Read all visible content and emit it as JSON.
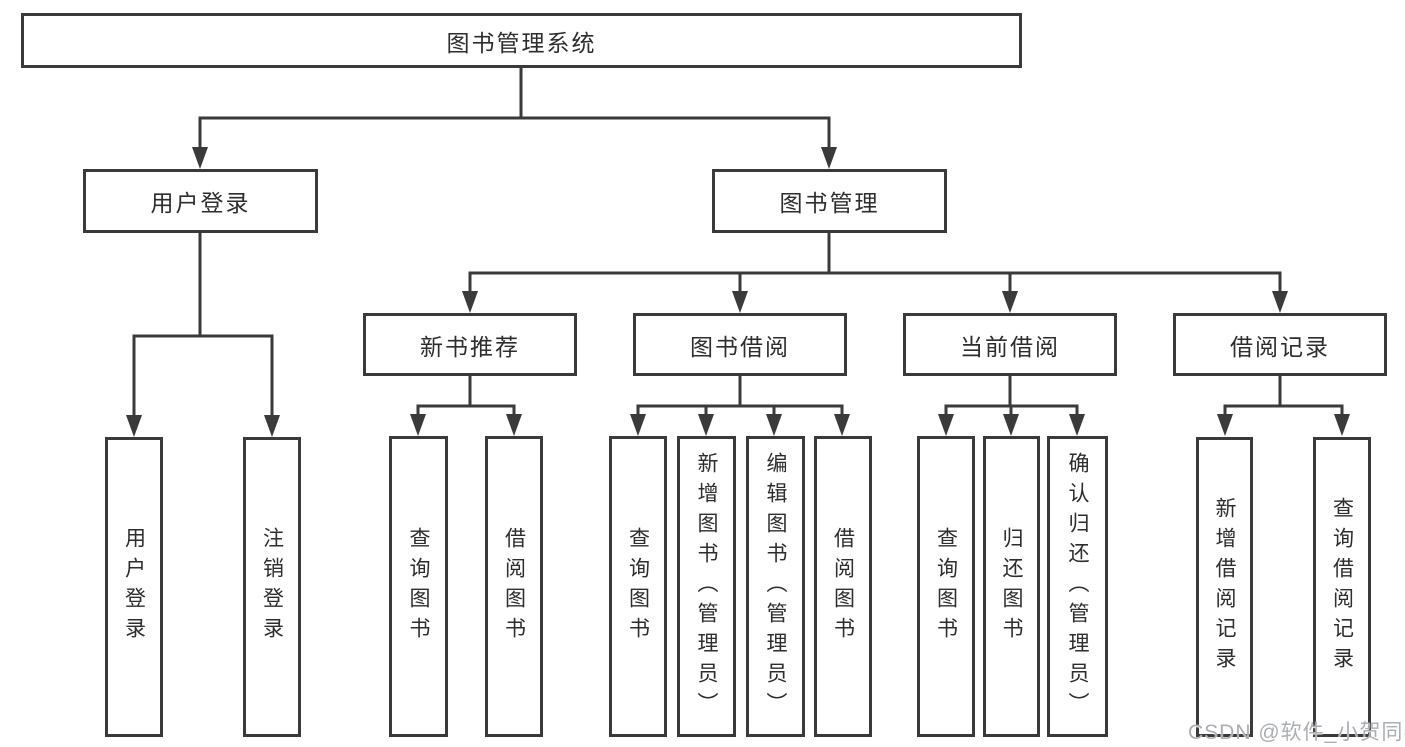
{
  "diagram": {
    "root": {
      "label": "图书管理系统"
    },
    "branches": [
      {
        "label": "用户登录",
        "children": [
          "用户登录",
          "注销登录"
        ]
      },
      {
        "label": "图书管理",
        "sections": [
          {
            "label": "新书推荐",
            "children": [
              "查询图书",
              "借阅图书"
            ]
          },
          {
            "label": "图书借阅",
            "children": [
              "查询图书",
              "新增图书（管理员）",
              "编辑图书（管理员）",
              "借阅图书"
            ]
          },
          {
            "label": "当前借阅",
            "children": [
              "查询图书",
              "归还图书",
              "确认归还（管理员）"
            ]
          },
          {
            "label": "借阅记录",
            "children": [
              "新增借阅记录",
              "查询借阅记录"
            ]
          }
        ]
      }
    ]
  },
  "watermark": {
    "text": "CSDN @软件_小贺同学"
  },
  "colors": {
    "border": "#3a3a3a",
    "connector": "#3a3a3a",
    "text": "#2d2d2d",
    "watermark": "#abaeb3",
    "background": "#ffffff"
  }
}
